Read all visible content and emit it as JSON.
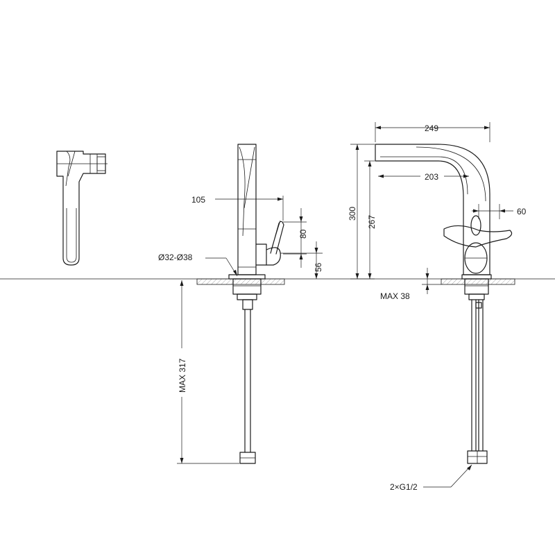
{
  "dimensions": {
    "overall_width": "249",
    "spout_reach": "203",
    "offset_60": "60",
    "height_300": "300",
    "height_267": "267",
    "lever_height": "105",
    "lever_80": "80",
    "base_56": "56",
    "hole_diameter": "Ø32-Ø38",
    "max_38": "MAX 38",
    "max_317": "MAX 317",
    "connection": "2×G1/2"
  }
}
